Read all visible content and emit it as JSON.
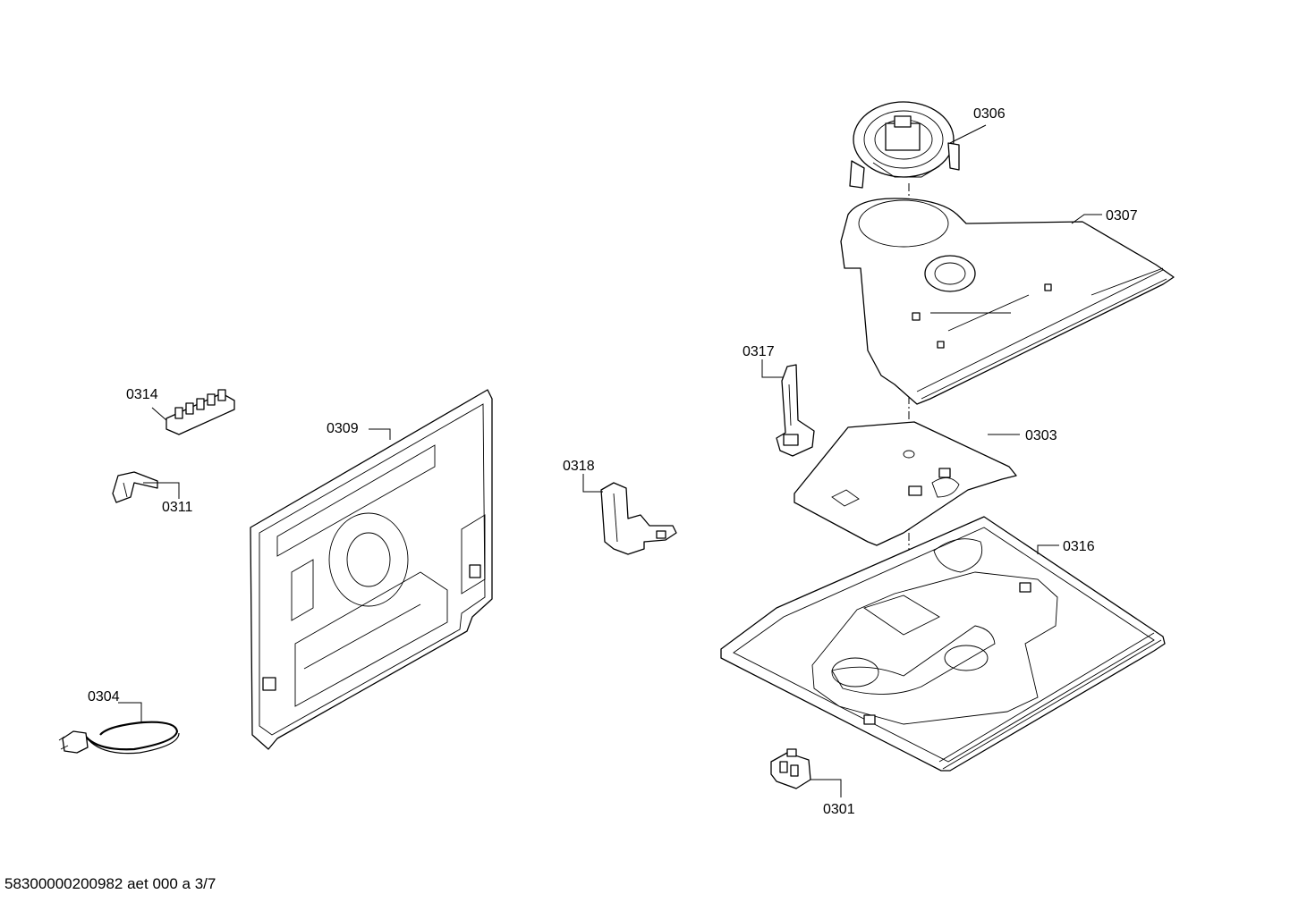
{
  "parts": [
    {
      "id": "p0306",
      "label": "0306"
    },
    {
      "id": "p0307",
      "label": "0307"
    },
    {
      "id": "p0317",
      "label": "0317"
    },
    {
      "id": "p0314",
      "label": "0314"
    },
    {
      "id": "p0309",
      "label": "0309"
    },
    {
      "id": "p0318",
      "label": "0318"
    },
    {
      "id": "p0303",
      "label": "0303"
    },
    {
      "id": "p0311",
      "label": "0311"
    },
    {
      "id": "p0316",
      "label": "0316"
    },
    {
      "id": "p0304",
      "label": "0304"
    },
    {
      "id": "p0301",
      "label": "0301"
    }
  ],
  "footer": {
    "document_id": "58300000200982 aet 000 a 3/7"
  }
}
